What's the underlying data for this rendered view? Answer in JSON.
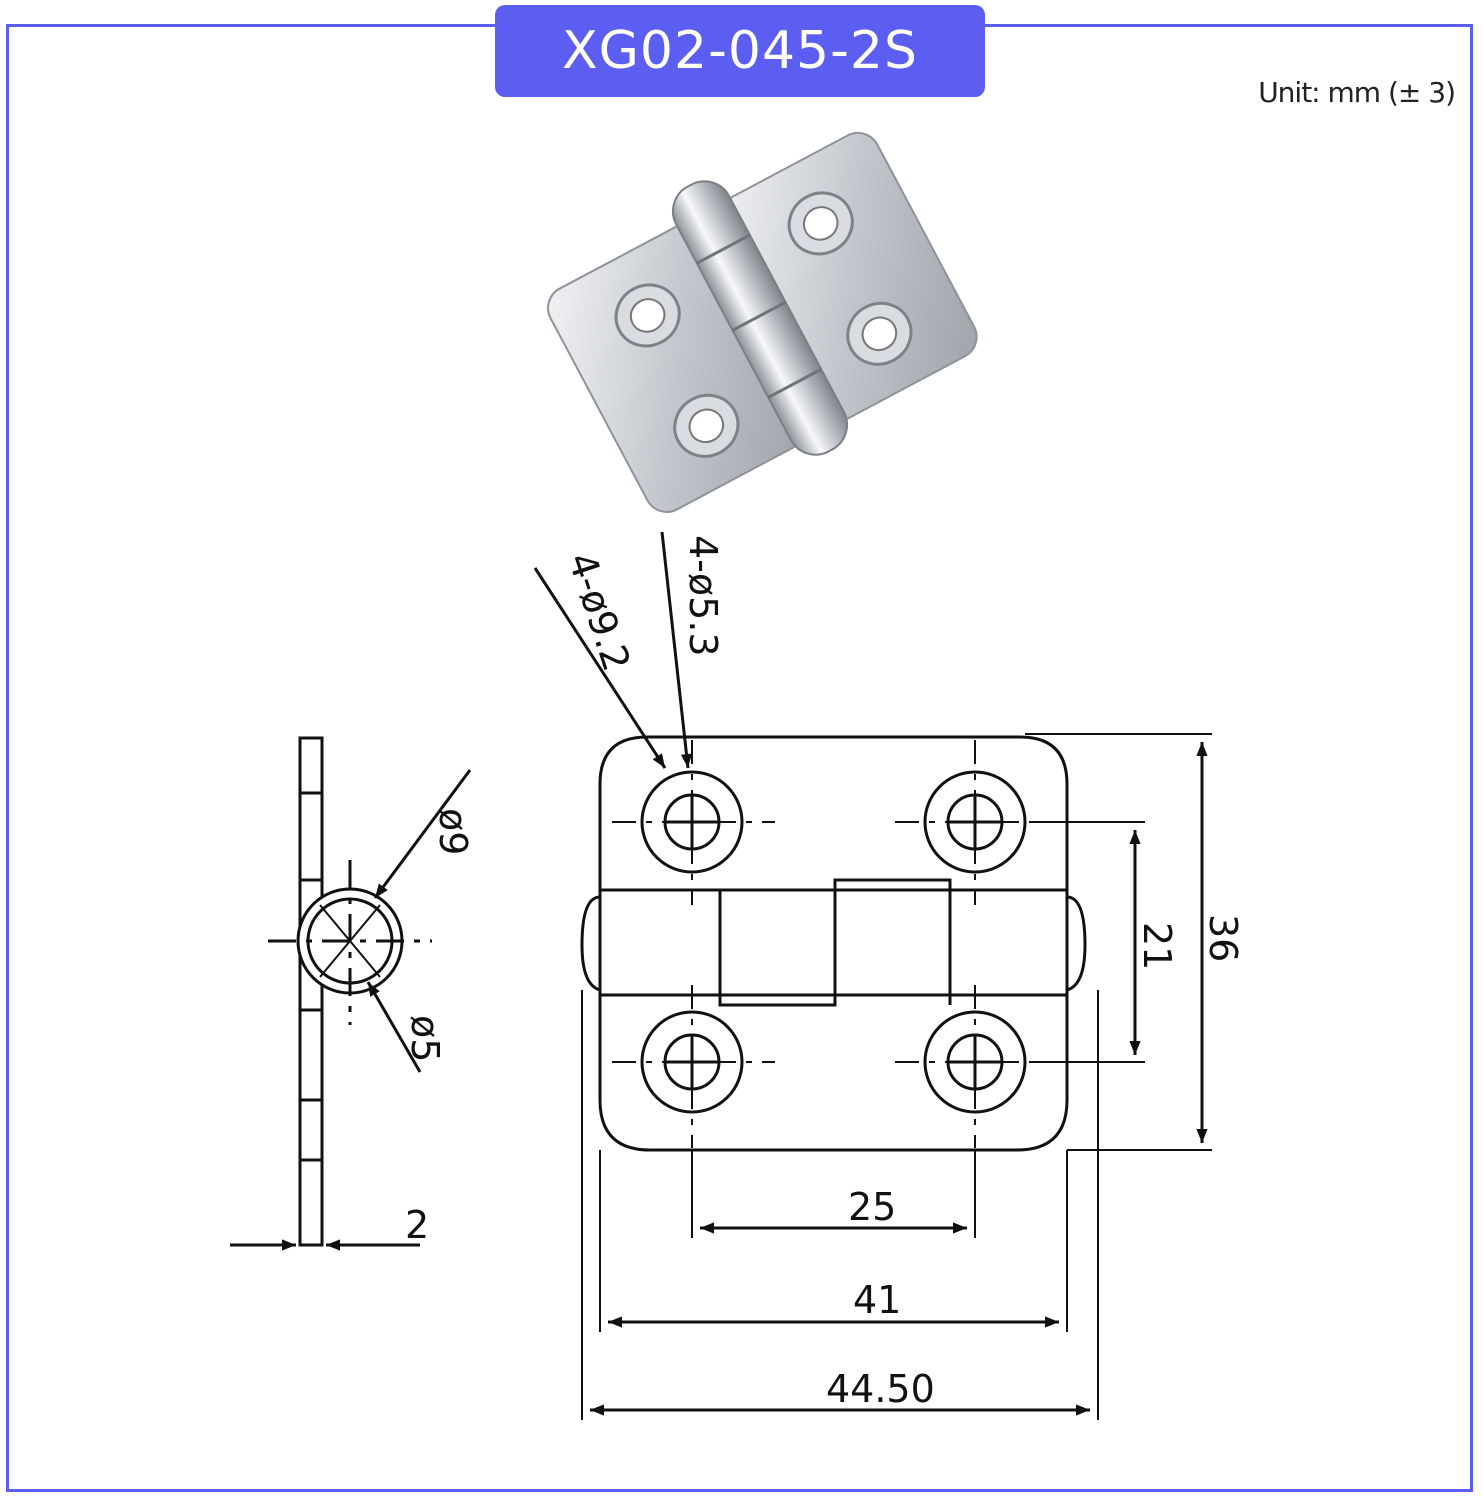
{
  "title": "XG02-045-2S",
  "unit_note": "Unit: mm (± 3)",
  "colors": {
    "accent": "#5b5ef0",
    "line": "#111111",
    "metal": "#c9ccd1"
  },
  "labels": {
    "countersink": "4-ø9.2",
    "through_hole": "4-ø5.3",
    "pin_outer": "ø9",
    "pin_inner": "ø5",
    "thickness": "2",
    "hole_pitch_vertical": "21",
    "overall_height": "36",
    "hole_pitch_horizontal": "25",
    "leaf_width": "41",
    "overall_width": "44.50"
  }
}
